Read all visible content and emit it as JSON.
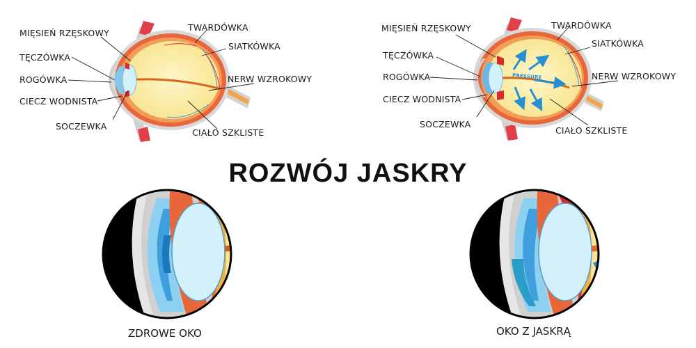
{
  "title": "ROZWÓJ JASKRY",
  "diagrams": {
    "healthy_eye": {
      "labels": {
        "ciliary_muscle": "MIĘSIEŃ RZĘSKOWY",
        "iris": "TĘCZÓWKA",
        "cornea": "ROGÓWKA",
        "aqueous_humor": "CIECZ WODNISTA",
        "lens": "SOCZEWKA",
        "sclera": "TWARDÓWKA",
        "retina": "SIATKÓWKA",
        "optic_nerve": "NERW WZROKOWY",
        "vitreous_body": "CIAŁO SZKLISTE"
      }
    },
    "glaucoma_eye": {
      "labels": {
        "ciliary_muscle": "MIĘSIEŃ RZĘSKOWY",
        "iris": "TĘCZÓWKA",
        "cornea": "ROGÓWKA",
        "aqueous_humor": "CIECZ WODNISTA",
        "lens": "SOCZEWKA",
        "sclera": "TWARDÓWKA",
        "retina": "SIATKÓWKA",
        "optic_nerve": "NERW WZROKOWY",
        "vitreous_body": "CIAŁO SZKLISTE"
      },
      "pressure_label": "PRESSURE"
    }
  },
  "closeups": {
    "healthy_caption": "ZDROWE OKO",
    "glaucoma_caption": "OKO Z JASKRĄ"
  },
  "colors": {
    "sclera": "#d9d9d9",
    "choroid": "#e8663a",
    "vitreous": "#fbf0a8",
    "cornea": "#7fc8ee",
    "lens": "#d3f1fb",
    "muscle_red": "#d92b2b",
    "arrow_blue": "#2a8fd0"
  }
}
